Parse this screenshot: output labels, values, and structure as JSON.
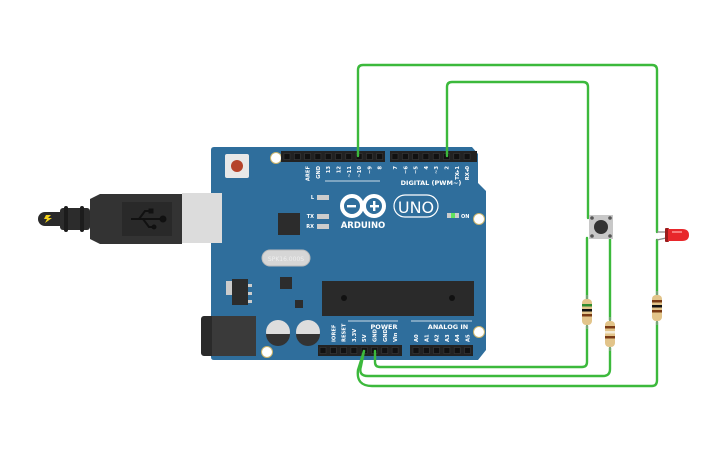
{
  "board": {
    "brand": "ARDUINO",
    "model": "UNO",
    "digital_title": "DIGITAL (PWM~)",
    "power_title": "POWER",
    "analog_title": "ANALOG IN",
    "on_label": "ON",
    "led_l": "L",
    "led_tx": "TX",
    "led_rx": "RX",
    "crystal_label": "SPK16.000S",
    "digital_pins_a": [
      "AREF",
      "GND",
      "13",
      "12",
      "~11",
      "~10",
      "~9",
      "8"
    ],
    "digital_pins_b": [
      "7",
      "~6",
      "~5",
      "4",
      "~3",
      "2",
      "TX▸1",
      "RX◂0"
    ],
    "power_pins": [
      "IOREF",
      "RESET",
      "3.3V",
      "5V",
      "GND",
      "GND",
      "Vin"
    ],
    "analog_pins": [
      "A0",
      "A1",
      "A2",
      "A3",
      "A4",
      "A5"
    ]
  },
  "colors": {
    "board": "#2f6e9c",
    "wire": "#3cb93c",
    "led": "#e8272b",
    "header": "#222222"
  },
  "components": {
    "usb_icon": "usb-icon",
    "button": "pushbutton",
    "led": "red-led",
    "resistors": 3
  }
}
